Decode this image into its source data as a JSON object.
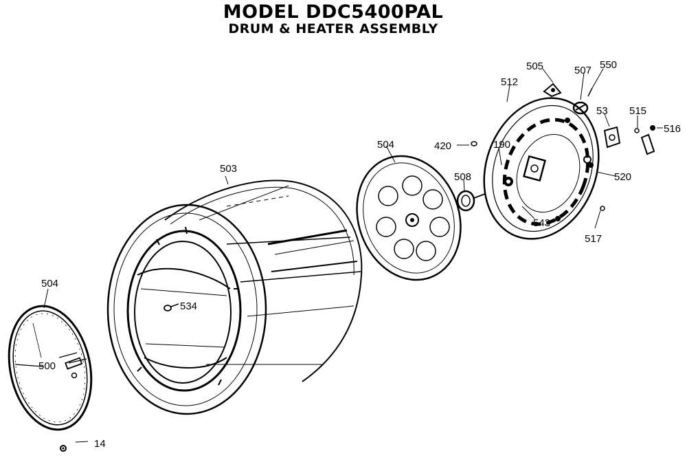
{
  "title": "MODEL DDC5400PAL",
  "subtitle": "DRUM & HEATER ASSEMBLY",
  "callouts": [
    {
      "id": "c504a",
      "label": "504"
    },
    {
      "id": "c500",
      "label": "500"
    },
    {
      "id": "c14",
      "label": "14"
    },
    {
      "id": "c503",
      "label": "503"
    },
    {
      "id": "c534",
      "label": "534"
    },
    {
      "id": "c504b",
      "label": "504"
    },
    {
      "id": "c508",
      "label": "508"
    },
    {
      "id": "c420",
      "label": "420"
    },
    {
      "id": "c512",
      "label": "512"
    },
    {
      "id": "c505",
      "label": "505"
    },
    {
      "id": "c507",
      "label": "507"
    },
    {
      "id": "c550",
      "label": "550"
    },
    {
      "id": "c53",
      "label": "53"
    },
    {
      "id": "c515",
      "label": "515"
    },
    {
      "id": "c516",
      "label": "516"
    },
    {
      "id": "c520",
      "label": "520"
    },
    {
      "id": "c190",
      "label": "190"
    },
    {
      "id": "c543",
      "label": "543"
    },
    {
      "id": "c517",
      "label": "517"
    }
  ]
}
